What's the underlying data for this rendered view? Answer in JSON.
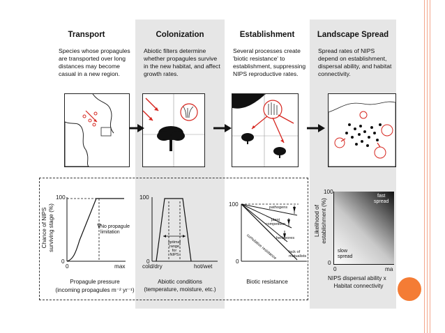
{
  "stages": [
    {
      "title": "Transport",
      "description": "Species whose propagules are transported over long distances may become casual in a new region."
    },
    {
      "title": "Colonization",
      "description": "Abiotic filters determine whether propagules survive in the new habitat, and affect growth rates."
    },
    {
      "title": "Establishment",
      "description": "Several processes create 'biotic resistance' to establishment, suppressing NIPS reproductive rates."
    },
    {
      "title": "Landscape Spread",
      "description": "Spread rates of NIPS depend on establishment, dispersal ability, and habitat connectivity."
    }
  ],
  "graph1": {
    "ylabel_line1": "Chance of NIPS",
    "ylabel_line2": "surviving stage (%)",
    "y_top": "100",
    "y_zero": "0",
    "x_zero": "0",
    "x_max": "max",
    "annotation_line1": "No propagule",
    "annotation_line2": "limitation",
    "xlabel_line1": "Propagule pressure",
    "xlabel_line2": "(incoming propagules m⁻² yr⁻¹)"
  },
  "graph2": {
    "y_top": "100",
    "y_zero": "0",
    "x_left": "cold/dry",
    "x_right": "hot/wet",
    "annotation_line1": "optimal",
    "annotation_line2": "range",
    "annotation_line3": "for",
    "annotation_line4": "NIPS",
    "xlabel_line1": "Abiotic conditions",
    "xlabel_line2": "(temperature, moisture, etc.)"
  },
  "graph3": {
    "y_top": "100",
    "y_zero": "0",
    "labels": [
      "pathogens",
      "plant competition",
      "herbivores",
      "lack of mutualists"
    ],
    "diagonal_label": "cumulative resistance",
    "xlabel": "Biotic resistance"
  },
  "graph4": {
    "ylabel_line1": "Likelihood of",
    "ylabel_line2": "establishment (%)",
    "y_top": "100",
    "y_zero": "0",
    "x_zero": "0",
    "x_max": "ma",
    "fast_line1": "fast",
    "fast_line2": "spread",
    "slow_line1": "slow",
    "slow_line2": "spread",
    "xlabel_line1": "NIPS dispersal ability x",
    "xlabel_line2": "Habitat connectivity"
  },
  "colors": {
    "accent_line": "#f3a58a",
    "dot": "#f47c35",
    "shade": "#e6e6e6",
    "arrow_red": "#d6261f"
  }
}
